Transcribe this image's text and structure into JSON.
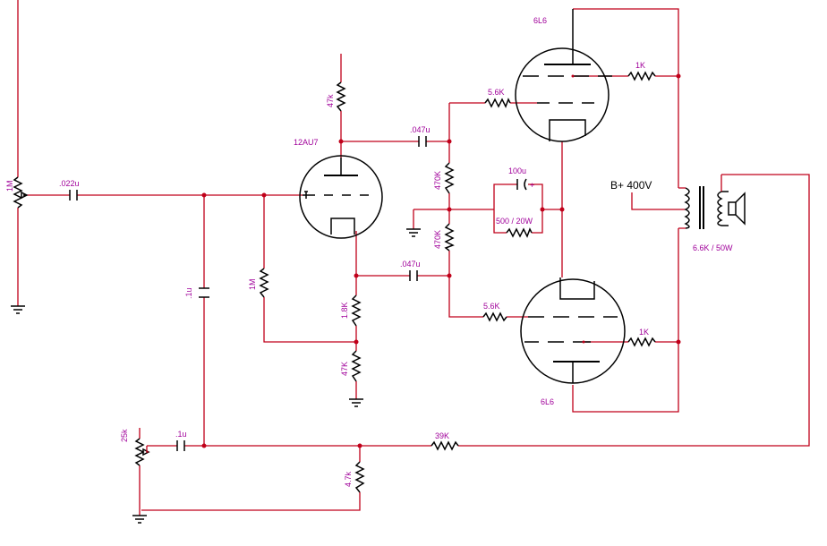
{
  "labels": {
    "pot_1m": "1M",
    "cap_022": ".022u",
    "tube_12au7": "12AU7",
    "res_47k_top": "47k",
    "cap_047_top": ".047u",
    "cap_047_bot": ".047u",
    "res_1m_grid": "1M",
    "cap_1u_mid": ".1u",
    "res_1_8k": "1.8K",
    "res_47k_bot": "47K",
    "res_470k_top": "470K",
    "res_470k_bot": "470K",
    "cap_100u": "100u",
    "res_500_20w": "500 / 20W",
    "res_5_6k_top": "5.6K",
    "res_5_6k_bot": "5.6K",
    "tube_6l6_top": "6L6",
    "tube_6l6_bot": "6L6",
    "res_1k_top": "1K",
    "res_1k_bot": "1K",
    "b_plus": "B+ 400V",
    "transformer": "6.6K / 50W",
    "pot_25k": "25k",
    "cap_1u_bot": ".1u",
    "res_39k": "39K",
    "res_4_7k": "4.7k"
  },
  "colors": {
    "wire": "#c0001a",
    "label": "#a0009a",
    "component": "#000000"
  }
}
